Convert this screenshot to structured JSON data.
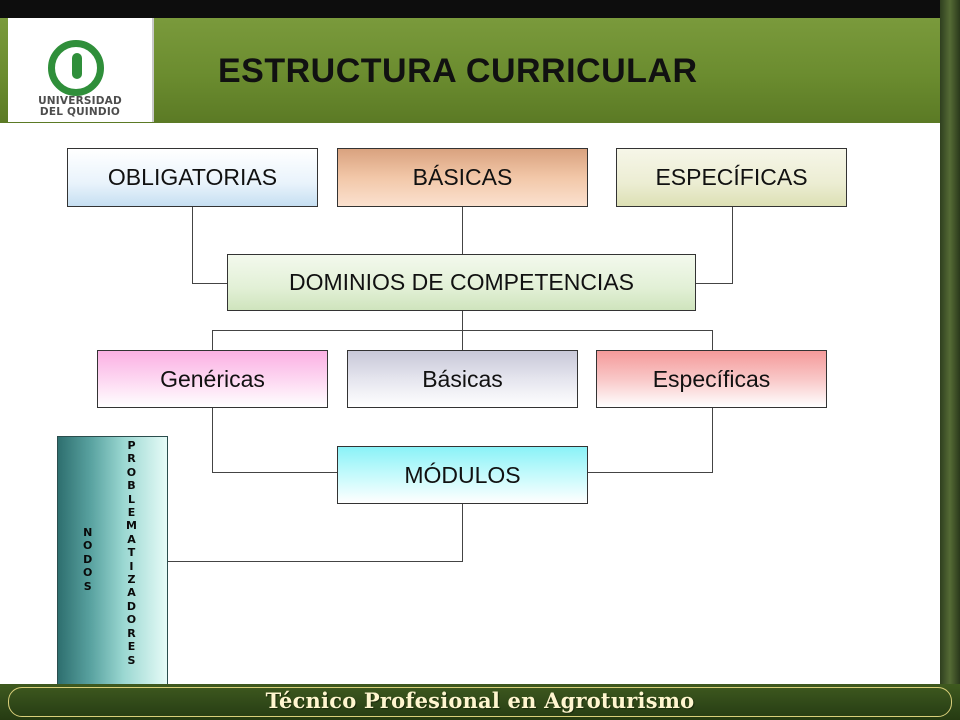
{
  "header": {
    "logo_text_line1": "UNIVERSIDAD",
    "logo_text_line2": "DEL QUINDIO",
    "title": "ESTRUCTURA CURRICULAR"
  },
  "diagram": {
    "top_row": [
      "OBLIGATORIAS",
      "BÁSICAS",
      "ESPECÍFICAS"
    ],
    "middle": "DOMINIOS DE COMPETENCIAS",
    "second_row": [
      "Genéricas",
      "Básicas",
      "Específicas"
    ],
    "bottom": "MÓDULOS"
  },
  "side_bar": {
    "word1": "NODOS",
    "word2": "PROBLEMATIZADORES"
  },
  "footer": {
    "text": "Técnico Profesional en Agroturismo"
  },
  "colors": {
    "header_green": "#6b8c2f",
    "box_border": "#333333",
    "footer_green": "#2f4718"
  }
}
